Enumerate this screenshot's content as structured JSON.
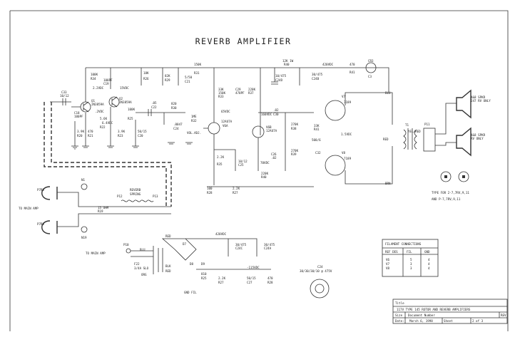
{
  "title": "REVERB AMPLIFIER",
  "refs": {
    "c33": "C33",
    "c33v": "10/12",
    "c18": "C18",
    "c18v": "100PF",
    "q1": "Q1",
    "q1p": "2N3859A",
    "q2": "Q2",
    "q2p": "2N3859A",
    "r34": "100K",
    "r34n": "R34",
    "r24": "10K",
    "r24n": "R24",
    "c19v": "100PF",
    "c19n": "C19",
    "v2vdc": "2.2VDC",
    "v15vdc": "15VDC",
    "r_2vdc": ".2VDC",
    "r_6vdc": "6.4VDC",
    "r20": "3.9K",
    "r20n": "R20",
    "r21": "470",
    "r21n": "R21",
    "r22": "5.6K",
    "r22n": "R22",
    "r23": "3.9K",
    "r23n": "R23",
    "r25": "100K",
    "r25n": "R25",
    "c20": "50/15",
    "c20n": "C20",
    "r26": "18K",
    "r26n": "R26",
    "r29": "82K",
    "r29n": "R29",
    "c21": "5/50",
    "c21n": "C21",
    "r31": "150K",
    "r31n": "R31",
    "r30": "820",
    "r30n": "R30",
    "c22": ".05",
    "c22n": "C22",
    "c23": ".0047",
    "c23n": "C24",
    "r32": "1ME",
    "r32n": "R32",
    "vol": "VOL.ADJ.",
    "r33": "33K",
    "r33n": "R33",
    "r33b": "150K",
    "r33bn": "R33",
    "c29": "C29",
    "c29v": "470PF",
    "r37": "220K",
    "r37n": "R37",
    "v65": "65VDC",
    "v6a": "12AU7A",
    "v6an": "V6A",
    "v6b": "V6B",
    "v6bp": "12AU7A",
    "v160": "160VDC",
    "c31": ".02",
    "c31n": "C30",
    "r38": "270K",
    "r38n": "R38",
    "r39": "270K",
    "r39n": "R39",
    "r35": "2.2K",
    "r35n": "R35",
    "c25": "10/12",
    "c25n": "C25",
    "c26": "C26",
    "c26v": ".02",
    "v70": "70VDC",
    "r36": "1ME",
    "r36n": "R36",
    "r40": "220K",
    "r40n": "R40",
    "r28": "100",
    "r28n": "R28",
    "r27": "2.2K",
    "r27n": "R27",
    "r41": "33K",
    "r41n": "R41",
    "c32": "500/6",
    "c32n": "C32",
    "v1vdc": "1.5VDC",
    "r10w": "12K 1W",
    "r10wn": "R40",
    "c24d": "10/475",
    "c24dn": "C24D",
    "c24b": "30/475",
    "c24bn": "C24B",
    "v420": "420VDC",
    "r43": "470",
    "r43n": "R41",
    "cr3": "CR3",
    "c3": "C3",
    "v7": "V7",
    "v7p": "7189",
    "v8": "V8",
    "v8p": "7189",
    "blu": "BLU",
    "brn": "BRN",
    "red": "RED",
    "vel": "YEL/RED",
    "t1": "T1",
    "t1n": "P11",
    "spk1": "4&8 SPKR",
    "spk1b": "247 RV ONLY",
    "spk2": "4&8 SPKR",
    "spk2b": "RV ONLY",
    "type1": "TYPE FOR 2-7,7RV,9,11",
    "type2": "AND P-7,7RV,9,11",
    "p7rv": "P7RV",
    "p7rv2": "P7RV",
    "tomain": "TO MAIN AMP",
    "tomain2": "TO MAIN AMP",
    "n1": "N1",
    "n19": "N19",
    "r19": "15 OHM",
    "r19n": "R19",
    "p12": "P12",
    "p13": "P13",
    "reverb": "REVERB",
    "spring": "SPRING",
    "p10": "P10",
    "blk": "BLK",
    "f22": "F22",
    "f22v": "3/4A SLO",
    "org": "ORG",
    "d7": "D7",
    "d8": "D8",
    "d9": "D9",
    "v420b": "420VDC",
    "c24c": "30/475",
    "c24cn": "C24C",
    "c24a": "30/475",
    "c24an": "C24A",
    "v115": "-115VDC",
    "r210": "810",
    "r210n": "R25",
    "r27b": "2.2K",
    "r27bn": "R27",
    "c27": "50/15",
    "c27n": "C27",
    "r28b": "470",
    "r28bn": "R28",
    "gnd": "GND FIL",
    "c24": "C24",
    "c24s": "30/30/30/10 @ 475V",
    "fil": {
      "title": "FILAMENT CONNECTIONS",
      "headers": [
        "REF DES",
        "FIL",
        "GND"
      ],
      "rows": [
        [
          "V6",
          "5",
          "4"
        ],
        [
          "V7",
          "3",
          "4"
        ],
        [
          "V8",
          "3",
          "4"
        ]
      ]
    },
    "tb": {
      "title": "Title",
      "name": "117V TYPE 145 ROTOR AND REVERB AMPLIFIERS",
      "size": "Size",
      "doc": "Document Number",
      "rev": "REV",
      "date": "Date:",
      "date_v": "March  6, 1998",
      "sheet": "Sheet",
      "sheet_v": "2  of  3"
    }
  }
}
